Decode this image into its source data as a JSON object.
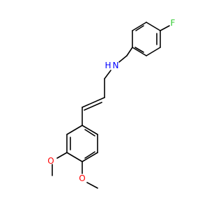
{
  "molecule": {
    "atom_labels": {
      "fluorine": "F",
      "amine_n": "N",
      "amine_h": "H",
      "methoxy_o1": "O",
      "methoxy_o2": "O"
    },
    "colors": {
      "bond": "#000000",
      "fluorine": "#33cc33",
      "nitrogen": "#0000ff",
      "oxygen": "#ff0000"
    }
  }
}
